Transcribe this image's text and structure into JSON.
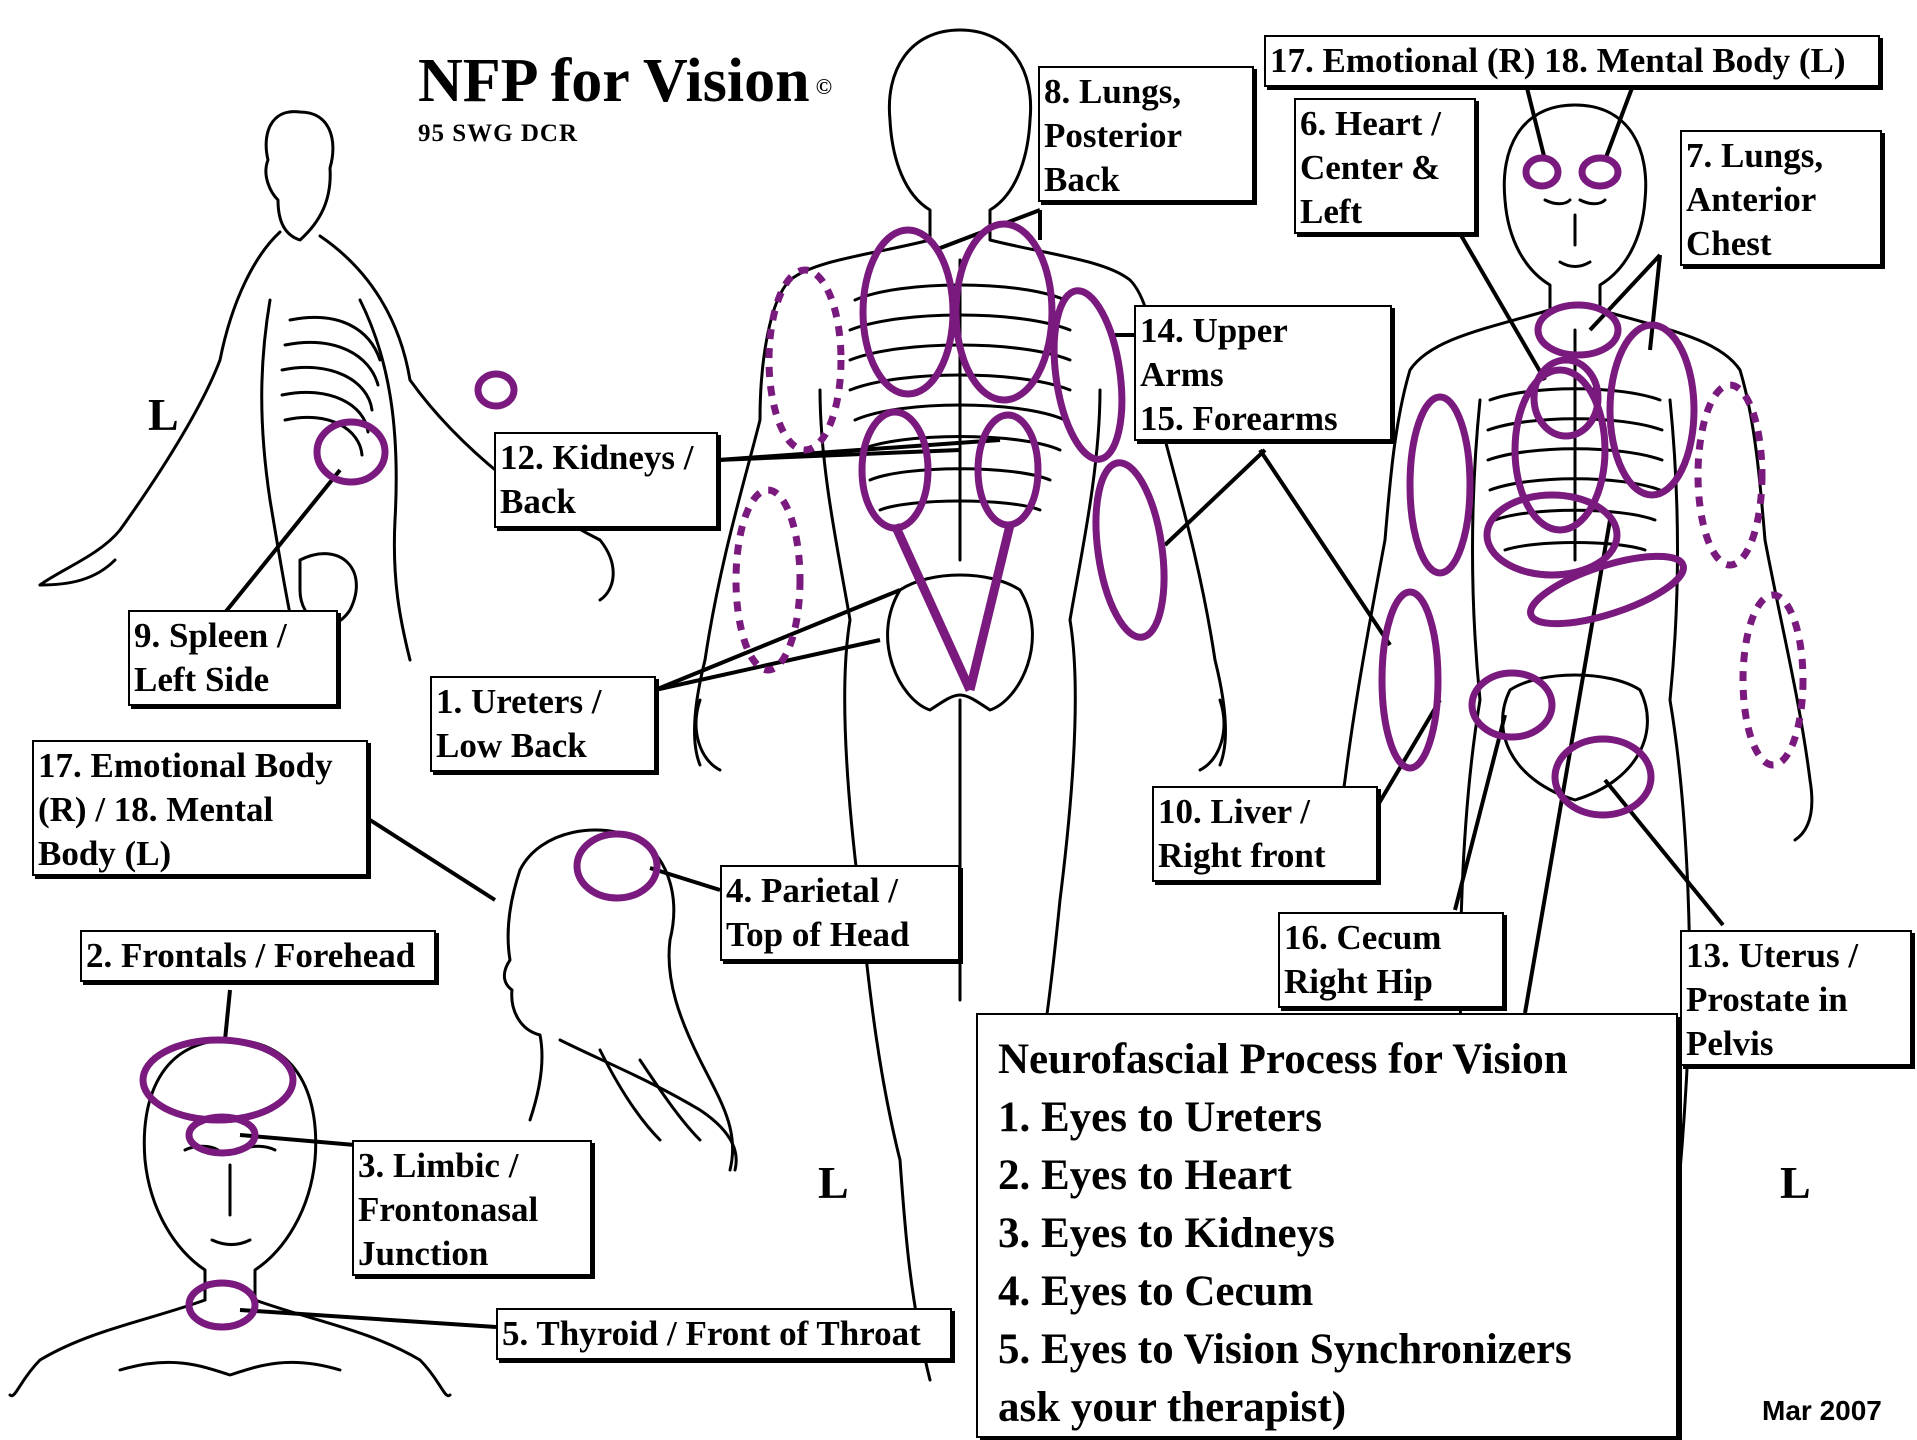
{
  "header": {
    "title": "NFP for Vision",
    "copyright_mark": "©",
    "subtitle": "95 SWG DCR"
  },
  "side_markers": [
    "L",
    "L",
    "L"
  ],
  "labels": [
    {
      "id": "emotional-mental-top",
      "text": "17. Emotional (R) 18. Mental Body (L)"
    },
    {
      "id": "lungs-posterior",
      "text": "8. Lungs,\nPosterior\nBack"
    },
    {
      "id": "heart",
      "text": "6. Heart /\nCenter &\nLeft"
    },
    {
      "id": "lungs-anterior",
      "text": "7. Lungs,\nAnterior\nChest"
    },
    {
      "id": "arms",
      "text": "14. Upper\nArms\n15. Forearms"
    },
    {
      "id": "kidneys",
      "text": "12. Kidneys /\nBack"
    },
    {
      "id": "spleen",
      "text": "9. Spleen /\nLeft Side"
    },
    {
      "id": "ureters",
      "text": "1. Ureters /\nLow Back"
    },
    {
      "id": "emotional-mental-left",
      "text": "17. Emotional Body\n(R) / 18. Mental\nBody (L)"
    },
    {
      "id": "parietal",
      "text": "4. Parietal /\nTop of Head"
    },
    {
      "id": "frontals",
      "text": "2. Frontals / Forehead"
    },
    {
      "id": "limbic",
      "text": "3. Limbic /\nFrontonasal\nJunction"
    },
    {
      "id": "thyroid",
      "text": "5. Thyroid / Front of Throat"
    },
    {
      "id": "liver",
      "text": "10. Liver /\nRight front"
    },
    {
      "id": "cecum",
      "text": "16. Cecum\nRight Hip"
    },
    {
      "id": "uterus",
      "text": "13. Uterus /\nProstate in\nPelvis"
    }
  ],
  "process": {
    "heading": "Neurofascial Process for Vision",
    "steps": [
      "1. Eyes to Ureters",
      "2. Eyes to Heart",
      "3. Eyes to Kidneys",
      "4. Eyes to Cecum",
      "5. Eyes to Vision Synchronizers",
      "ask your therapist)"
    ]
  },
  "date": "Mar 2007",
  "colors": {
    "marker": "#7a1a7e",
    "ink": "#000000",
    "background": "#ffffff"
  },
  "icons": [
    "side-view-figure",
    "back-view-figure",
    "front-view-figure",
    "head-profile",
    "face-front"
  ]
}
